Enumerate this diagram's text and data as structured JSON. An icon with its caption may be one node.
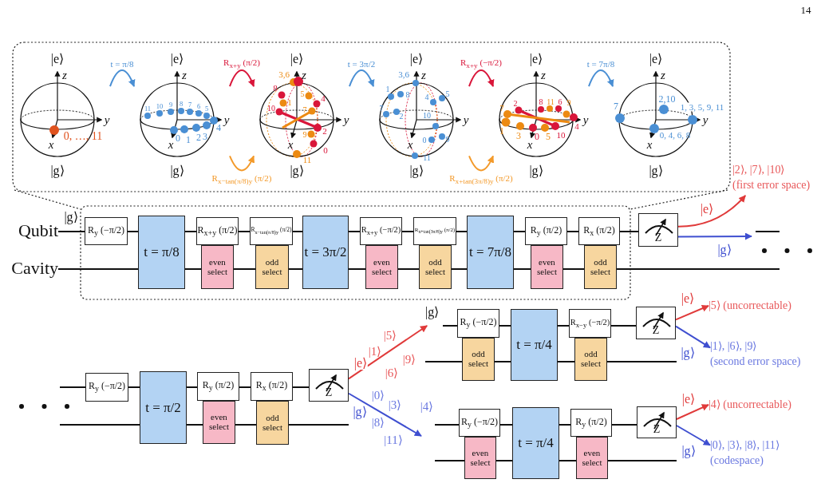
{
  "diagram": {
    "nodes": [
      {
        "text": [
          "|e⟩",
          "z",
          "y",
          "x",
          "0, …, 11",
          "|g⟩"
        ]
      },
      {
        "text": [
          "|e⟩",
          "z",
          "11",
          "10",
          "9",
          "8",
          "7",
          "6",
          "5",
          "y",
          "4",
          "0",
          "1",
          "2",
          "3",
          "x",
          "|g⟩"
        ]
      },
      {
        "text": [
          "|e⟩",
          "3,6",
          "z",
          "8",
          "1",
          "5",
          "4",
          "10",
          "7",
          "y",
          "2",
          "x",
          "9",
          "0",
          "11",
          "|g⟩"
        ]
      },
      {
        "text": [
          "|e⟩",
          "3,6",
          "z",
          "1",
          "8",
          "4",
          "5",
          "7",
          "2",
          "10",
          "y",
          "x",
          "0",
          "9",
          "11",
          "|g⟩"
        ]
      },
      {
        "text": [
          "|e⟩",
          "z",
          "2",
          "8",
          "11",
          "6",
          "9",
          "7",
          "y",
          "4",
          "1",
          "3",
          "0",
          "5",
          "10",
          "x",
          "|g⟩"
        ]
      },
      {
        "text": [
          "|e⟩",
          "z",
          "7",
          "2,10",
          "1, 3, 5, 9, 11",
          "y",
          "0, 4, 6, 8",
          "x",
          "|g⟩"
        ]
      },
      {
        "text": [
          "R$_{y}$ (−π/2)"
        ]
      },
      {
        "text": [
          "t = π/8"
        ]
      },
      {
        "text": [
          "R$_{x+y}$ (π/2)"
        ]
      },
      {
        "text": [
          "even select"
        ]
      },
      {
        "text": [
          "R$_{x−tan(π/8)y}$ (π/2)"
        ]
      },
      {
        "text": [
          "odd select"
        ]
      },
      {
        "text": [
          "t = 3π/2"
        ]
      },
      {
        "text": [
          "R$_{x+y}$ (−π/2)"
        ]
      },
      {
        "text": [
          "even select"
        ]
      },
      {
        "text": [
          "R$_{x+tan(3π/8)y}$ (π/2)"
        ]
      },
      {
        "text": [
          "odd select"
        ]
      },
      {
        "text": [
          "t = 7π/8"
        ]
      },
      {
        "text": [
          "R$_{y}$ (π/2)"
        ]
      },
      {
        "text": [
          "even select"
        ]
      },
      {
        "text": [
          "R$_{x}$ (π/2)"
        ]
      },
      {
        "text": [
          "odd select"
        ]
      },
      {
        "text": [
          "Z"
        ]
      },
      {
        "text": [
          "|2⟩, |7⟩, |10⟩",
          "(first error space)"
        ]
      },
      {
        "text": [
          "R$_{y}$ (−π/2)"
        ]
      },
      {
        "text": [
          "t = π/2"
        ]
      },
      {
        "text": [
          "R$_{y}$ (π/2)"
        ]
      },
      {
        "text": [
          "even select"
        ]
      },
      {
        "text": [
          "R$_{x}$ (π/2)"
        ]
      },
      {
        "text": [
          "odd select"
        ]
      },
      {
        "text": [
          "Z"
        ]
      },
      {
        "text": [
          "R$_{y}$ (−π/2)"
        ]
      },
      {
        "text": [
          "odd select"
        ]
      },
      {
        "text": [
          "t = π/4"
        ]
      },
      {
        "text": [
          "R$_{x−y}$ (−π/2)"
        ]
      },
      {
        "text": [
          "odd select"
        ]
      },
      {
        "text": [
          "Z"
        ]
      },
      {
        "text": [
          "|5⟩ (uncorrectable)"
        ]
      },
      {
        "text": [
          "|1⟩, |6⟩, |9⟩",
          "(second error space)"
        ]
      },
      {
        "text": [
          "R$_{y}$ (−π/2)"
        ]
      },
      {
        "text": [
          "even select"
        ]
      },
      {
        "text": [
          "t = π/4"
        ]
      },
      {
        "text": [
          "R$_{y}$ (π/2)"
        ]
      },
      {
        "text": [
          "even select"
        ]
      },
      {
        "text": [
          "Z"
        ]
      },
      {
        "text": [
          "|4⟩ (uncorrectable)"
        ]
      },
      {
        "text": [
          "|0⟩, |3⟩, |8⟩, |11⟩",
          "(codespace)"
        ]
      },
      {
        "text": [
          "Qubit"
        ]
      },
      {
        "text": [
          "Cavity"
        ]
      },
      {
        "text": [
          "|g⟩"
        ]
      }
    ],
    "edges": [
      {
        "from": 0,
        "to": 1,
        "arrow": "to",
        "label": "t = π/8",
        "color": "#4a8fd4"
      },
      {
        "from": 1,
        "to": 2,
        "arrow": "to",
        "label": "R$_{x+y}$ (π/2)",
        "color": "#d9163a"
      },
      {
        "from": 1,
        "to": 2,
        "arrow": "to",
        "label": "R$_{x−tan(π/8)y}$ (π/2)",
        "color": "#f39a2b"
      },
      {
        "from": 2,
        "to": 3,
        "arrow": "to",
        "label": "t = 3π/2",
        "color": "#4a8fd4"
      },
      {
        "from": 3,
        "to": 4,
        "arrow": "to",
        "label": "R$_{x+y}$ (−π/2)",
        "color": "#d9163a"
      },
      {
        "from": 3,
        "to": 4,
        "arrow": "to",
        "label": "R$_{x+tan(3π/8)y}$ (π/2)",
        "color": "#f39a2b"
      },
      {
        "from": 4,
        "to": 5,
        "arrow": "to",
        "label": "t = 7π/8",
        "color": "#4a8fd4"
      },
      {
        "from": 22,
        "to": 23,
        "arrow": "to",
        "label": "|e⟩",
        "color": "#e03a3a"
      },
      {
        "from": 22,
        "to": null,
        "arrow": "to",
        "label": "|g⟩",
        "color": "#3f4fd0"
      },
      {
        "from": 30,
        "to": 49,
        "arrow": "to",
        "label": "|e⟩",
        "color": "#e03a3a"
      },
      {
        "from": 30,
        "to": null,
        "arrow": "to",
        "label": "|g⟩",
        "color": "#3f4fd0"
      },
      {
        "from": 36,
        "to": 37,
        "arrow": "to",
        "label": "|e⟩",
        "color": "#e03a3a"
      },
      {
        "from": 36,
        "to": 38,
        "arrow": "to",
        "label": "|g⟩",
        "color": "#3f4fd0"
      },
      {
        "from": 44,
        "to": 45,
        "arrow": "to",
        "label": "|e⟩",
        "color": "#e03a3a"
      },
      {
        "from": 44,
        "to": 46,
        "arrow": "to",
        "label": "|g⟩",
        "color": "#3f4fd0"
      },
      {
        "from": 47,
        "to": 6,
        "arrow": "none",
        "color": "#111111"
      },
      {
        "from": 6,
        "to": 7,
        "arrow": "none",
        "color": "#111111"
      },
      {
        "from": 7,
        "to": 8,
        "arrow": "none",
        "color": "#111111"
      },
      {
        "from": 8,
        "to": 10,
        "arrow": "none",
        "color": "#111111"
      },
      {
        "from": 10,
        "to": 12,
        "arrow": "none",
        "color": "#111111"
      },
      {
        "from": 12,
        "to": 13,
        "arrow": "none",
        "color": "#111111"
      },
      {
        "from": 13,
        "to": 15,
        "arrow": "none",
        "color": "#111111"
      },
      {
        "from": 15,
        "to": 17,
        "arrow": "none",
        "color": "#111111"
      },
      {
        "from": 17,
        "to": 18,
        "arrow": "none",
        "color": "#111111"
      },
      {
        "from": 18,
        "to": 20,
        "arrow": "none",
        "color": "#111111"
      },
      {
        "from": 20,
        "to": 22,
        "arrow": "none",
        "color": "#111111"
      },
      {
        "from": 48,
        "to": 7,
        "arrow": "none",
        "color": "#111111"
      },
      {
        "from": 7,
        "to": 9,
        "arrow": "none",
        "color": "#111111"
      },
      {
        "from": 9,
        "to": 11,
        "arrow": "none",
        "color": "#111111"
      },
      {
        "from": 11,
        "to": 12,
        "arrow": "none",
        "color": "#111111"
      },
      {
        "from": 12,
        "to": 14,
        "arrow": "none",
        "color": "#111111"
      },
      {
        "from": 14,
        "to": 16,
        "arrow": "none",
        "color": "#111111"
      },
      {
        "from": 16,
        "to": 17,
        "arrow": "none",
        "color": "#111111"
      },
      {
        "from": 17,
        "to": 19,
        "arrow": "none",
        "color": "#111111"
      },
      {
        "from": 19,
        "to": 21,
        "arrow": "none",
        "color": "#111111"
      },
      {
        "from": 21,
        "to": null,
        "arrow": "none",
        "color": "#111111"
      },
      {
        "from": null,
        "to": 24,
        "arrow": "none",
        "color": "#111111"
      },
      {
        "from": 24,
        "to": 25,
        "arrow": "none",
        "color": "#111111"
      },
      {
        "from": 25,
        "to": 26,
        "arrow": "none",
        "color": "#111111"
      },
      {
        "from": 26,
        "to": 28,
        "arrow": "none",
        "color": "#111111"
      },
      {
        "from": 28,
        "to": 30,
        "arrow": "none",
        "color": "#111111"
      },
      {
        "from": null,
        "to": 25,
        "arrow": "none",
        "color": "#111111"
      },
      {
        "from": 25,
        "to": 27,
        "arrow": "none",
        "color": "#111111"
      },
      {
        "from": 27,
        "to": 29,
        "arrow": "none",
        "color": "#111111"
      },
      {
        "from": 29,
        "to": null,
        "arrow": "none",
        "color": "#111111"
      },
      {
        "from": 49,
        "to": 31,
        "arrow": "none",
        "color": "#111111"
      },
      {
        "from": 31,
        "to": 33,
        "arrow": "none",
        "color": "#111111"
      },
      {
        "from": 33,
        "to": 34,
        "arrow": "none",
        "color": "#111111"
      },
      {
        "from": 34,
        "to": 36,
        "arrow": "none",
        "color": "#111111"
      },
      {
        "from": null,
        "to": 32,
        "arrow": "none",
        "color": "#111111"
      },
      {
        "from": 32,
        "to": 33,
        "arrow": "none",
        "color": "#111111"
      },
      {
        "from": 33,
        "to": 35,
        "arrow": "none",
        "color": "#111111"
      },
      {
        "from": 35,
        "to": null,
        "arrow": "none",
        "color": "#111111"
      },
      {
        "from": null,
        "to": 39,
        "arrow": "none",
        "color": "#111111"
      },
      {
        "from": 39,
        "to": 41,
        "arrow": "none",
        "color": "#111111"
      },
      {
        "from": 41,
        "to": 42,
        "arrow": "none",
        "color": "#111111"
      },
      {
        "from": 42,
        "to": 44,
        "arrow": "none",
        "color": "#111111"
      },
      {
        "from": null,
        "to": 40,
        "arrow": "none",
        "color": "#111111"
      },
      {
        "from": 40,
        "to": 41,
        "arrow": "none",
        "color": "#111111"
      },
      {
        "from": 41,
        "to": 43,
        "arrow": "none",
        "color": "#111111"
      },
      {
        "from": 43,
        "to": null,
        "arrow": "none",
        "color": "#111111"
      }
    ],
    "labels": [
      "14",
      "|g⟩",
      "|1⟩",
      "|5⟩",
      "|6⟩",
      "|9⟩",
      "|0⟩",
      "|3⟩",
      "|4⟩",
      "|8⟩",
      "|11⟩"
    ]
  }
}
